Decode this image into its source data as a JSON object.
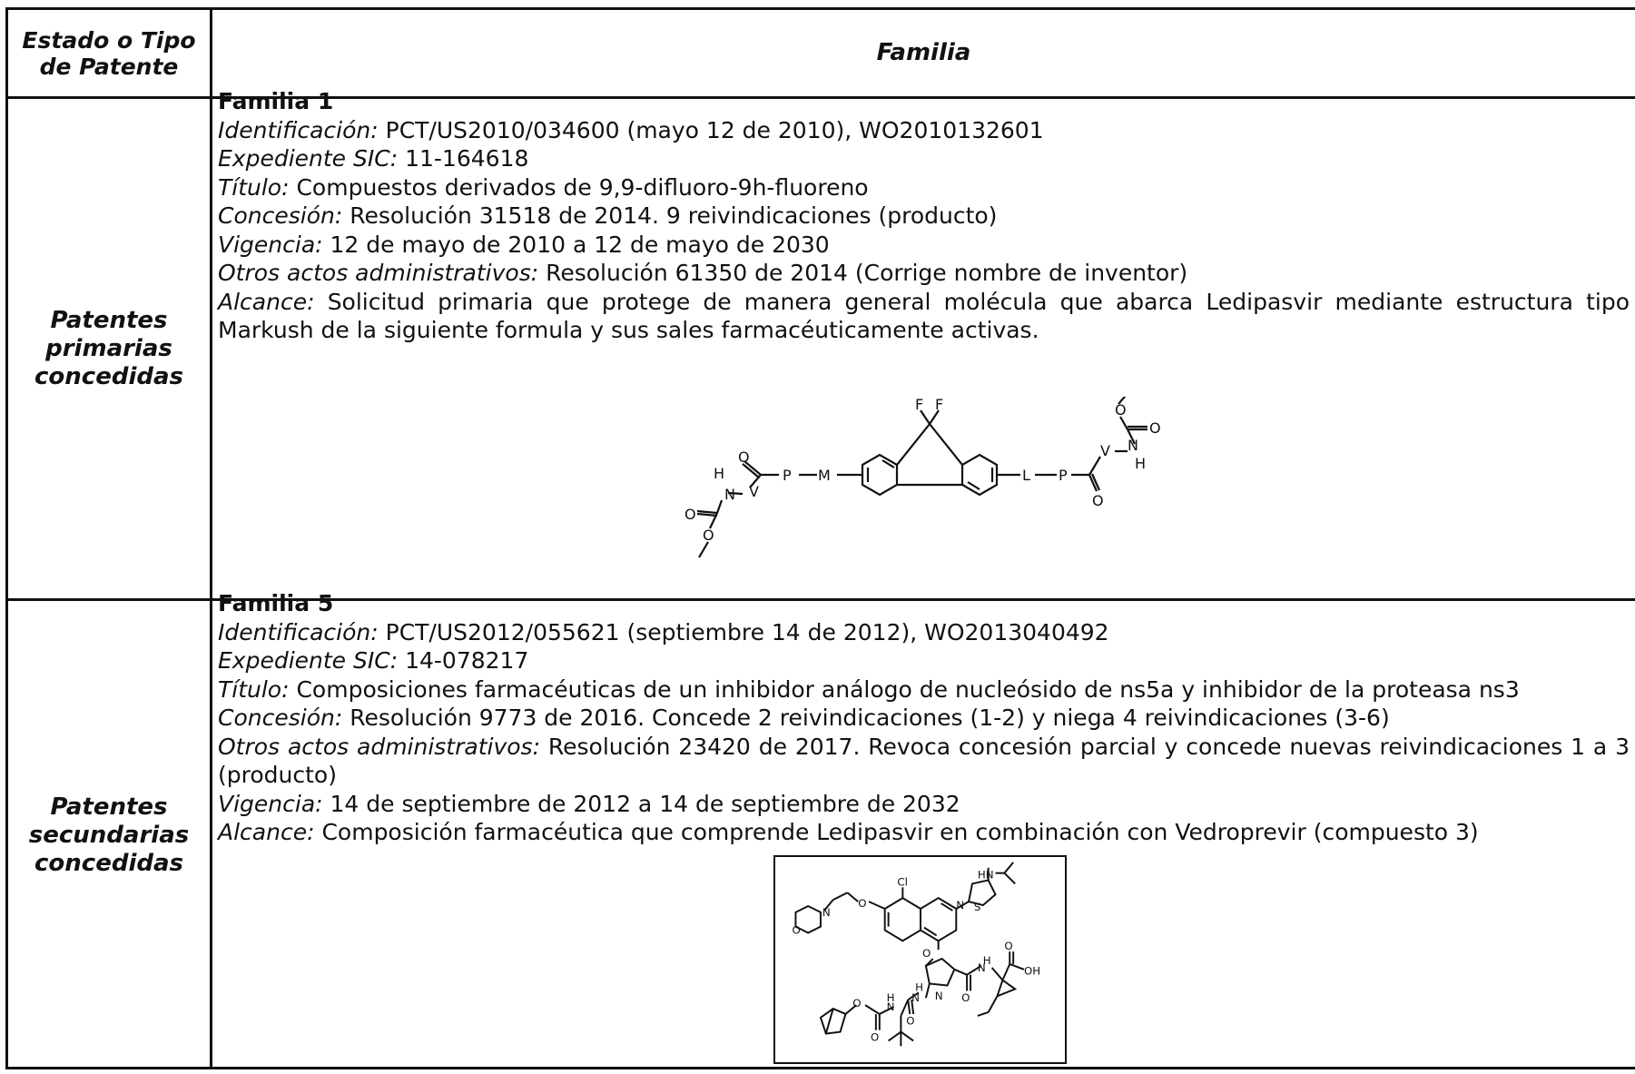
{
  "header": {
    "estado": "Estado o Tipo de Patente",
    "familia": "Familia"
  },
  "sections": [
    {
      "state": "Patentes primarias concedidas",
      "family_title": "Familia 1",
      "fields": [
        {
          "label": "Identificación:",
          "value": " PCT/US2010/034600 (mayo 12 de 2010), WO2010132601"
        },
        {
          "label": "Expediente SIC:",
          "value": " 11-164618"
        },
        {
          "label": "Título:",
          "value": " Compuestos derivados de 9,9-difluoro-9h-fluoreno"
        },
        {
          "label": "Concesión:",
          "value": " Resolución 31518 de 2014. 9 reivindicaciones (producto)"
        },
        {
          "label": "Vigencia:",
          "value": " 12 de mayo de 2010 a 12 de mayo de 2030"
        },
        {
          "label": "Otros actos administrativos:",
          "value": " Resolución 61350 de 2014 (Corrige nombre de inventor)"
        },
        {
          "label": "Alcance:",
          "value": " Solicitud primaria que protege de manera general molécula que abarca Ledipasvir mediante estructura tipo Markush de la siguiente formula y sus sales farmacéuticamente activas."
        }
      ]
    },
    {
      "state": "Patentes secundarias concedidas",
      "family_title": "Familia 5",
      "fields": [
        {
          "label": "Identificación:",
          "value": " PCT/US2012/055621 (septiembre 14 de 2012), WO2013040492"
        },
        {
          "label": "Expediente SIC:",
          "value": " 14-078217"
        },
        {
          "label": "Título:",
          "value": " Composiciones farmacéuticas de un inhibidor análogo de nucleósido de ns5a y inhibidor de la proteasa ns3"
        },
        {
          "label": "Concesión:",
          "value": " Resolución 9773 de 2016. Concede 2 reivindicaciones (1-2) y niega 4 reivindicaciones (3-6)"
        },
        {
          "label": "Otros actos administrativos:",
          "value": " Resolución 23420 de 2017. Revoca concesión parcial y concede nuevas reivindicaciones 1 a 3 (producto)"
        },
        {
          "label": "Vigencia:",
          "value": " 14 de septiembre de 2012 a 14 de septiembre de 2032"
        },
        {
          "label": "Alcance:",
          "value": " Composición farmacéutica que comprende Ledipasvir en combinación con Vedroprevir (compuesto 3)"
        }
      ]
    }
  ]
}
